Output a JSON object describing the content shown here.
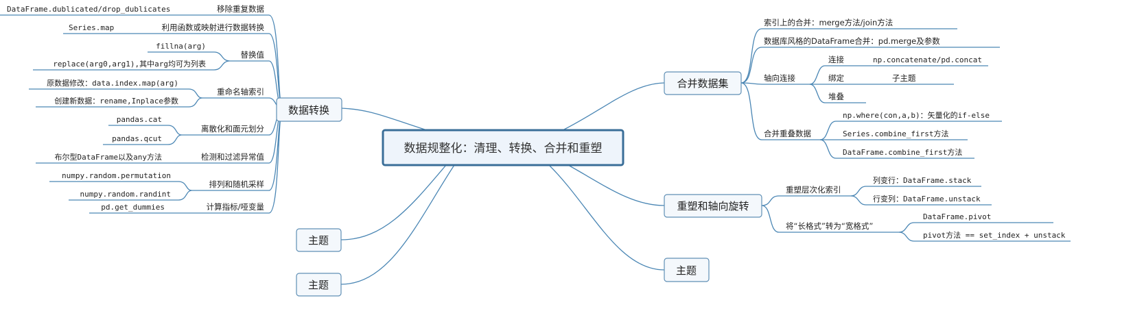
{
  "central": "数据规整化：清理、转换、合并和重塑",
  "transform": {
    "topic": "数据转换",
    "remove_dup": {
      "label": "移除重复数据",
      "items": [
        "DataFrame.dublicated/drop_dublicates"
      ]
    },
    "map": {
      "label": "利用函数或映射进行数据转换",
      "items": [
        "Series.map"
      ]
    },
    "replace": {
      "label": "替换值",
      "items": [
        "fillna(arg)",
        "replace(arg0,arg1),其中arg均可为列表"
      ]
    },
    "rename": {
      "label": "重命名轴索引",
      "items": [
        "原数据修改：data.index.map(arg)",
        "创建新数据：rename,Inplace参数"
      ]
    },
    "discretize": {
      "label": "离散化和面元划分",
      "items": [
        "pandas.cat",
        "pandas.qcut"
      ]
    },
    "outliers": {
      "label": "检测和过滤异常值",
      "items": [
        "布尔型DataFrame以及any方法"
      ]
    },
    "sampling": {
      "label": "排列和随机采样",
      "items": [
        "numpy.random.permutation",
        "numpy.random.randint"
      ]
    },
    "dummies": {
      "label": "计算指标/哑变量",
      "items": [
        "pd.get_dummies"
      ]
    }
  },
  "merge": {
    "topic": "合并数据集",
    "index_merge": "索引上的合并：merge方法/join方法",
    "db_merge": "数据库风格的DataFrame合并：pd.merge及参数",
    "concat": {
      "label": "轴向连接",
      "items": [
        {
          "label": "连接",
          "detail": "np.concatenate/pd.concat"
        },
        {
          "label": "绑定",
          "detail": "子主题"
        },
        {
          "label": "堆叠"
        }
      ]
    },
    "overlap": {
      "label": "合并重叠数据",
      "items": [
        "np.where(con,a,b)：矢量化的if-else",
        "Series.combine_first方法",
        "DataFrame.combine_first方法"
      ]
    }
  },
  "reshape": {
    "topic": "重塑和轴向旋转",
    "hier": {
      "label": "重塑层次化索引",
      "items": [
        "列变行：DataFrame.stack",
        "行变列：DataFrame.unstack"
      ]
    },
    "pivot": {
      "label": "将“长格式”转为“宽格式”",
      "items": [
        "DataFrame.pivot",
        "pivot方法 == set_index + unstack"
      ]
    }
  },
  "topics": {
    "right": "主题",
    "left1": "主题",
    "left2": "主题"
  },
  "colors": {
    "line": "#4a86b4",
    "central_border": "#3a6e98",
    "node_fill": "#f4f8fc"
  }
}
